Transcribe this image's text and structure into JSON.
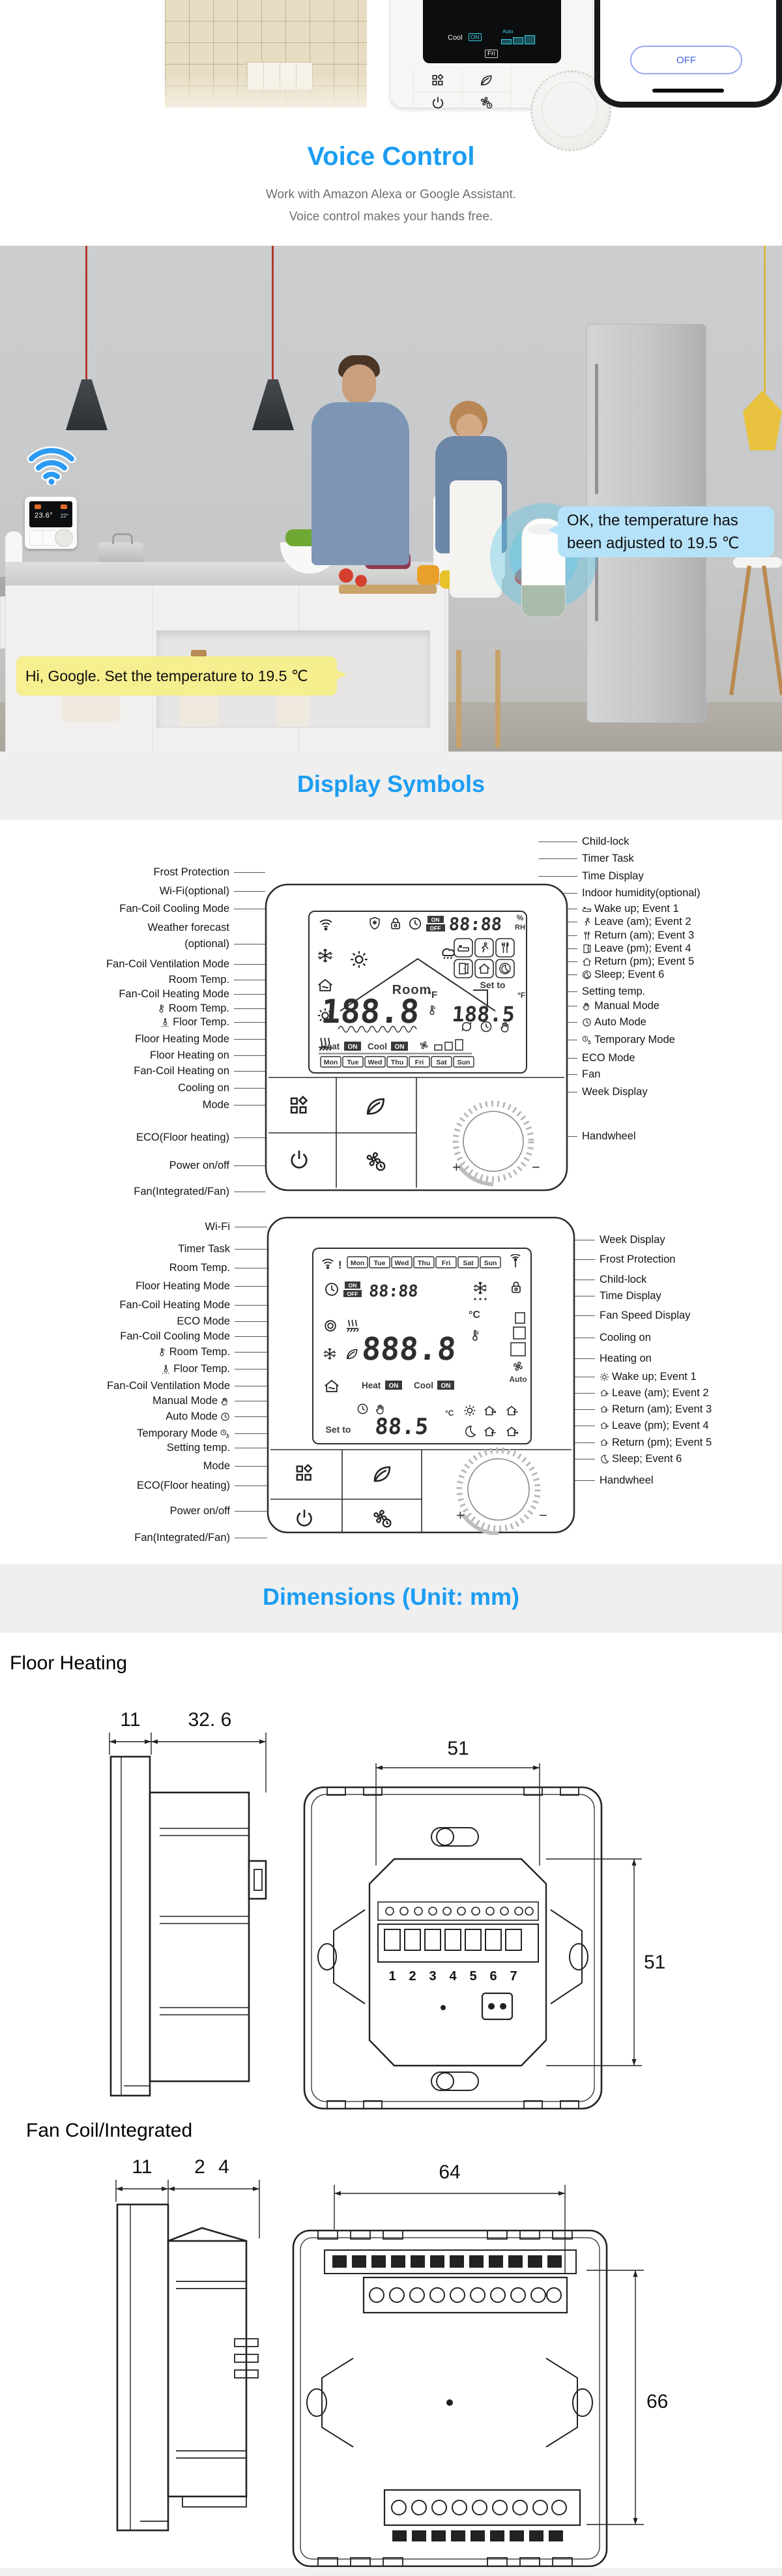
{
  "top_strip": {
    "lcd_cool": "Cool",
    "lcd_on": "ON",
    "lcd_auto": "Auto",
    "lcd_day": "Fri",
    "phone_off": "OFF"
  },
  "voice": {
    "title": "Voice Control",
    "line1": "Work with Amazon Alexa or Google Assistant.",
    "line2": "Voice control makes your hands free."
  },
  "kitchen": {
    "bubble_user": "Hi, Google. Set the temperature to 19.5 ℃",
    "bubble_assistant": "OK, the temperature has been adjusted to 19.5 ℃",
    "wall_thermostat_room_temp": "23.6°",
    "wall_thermostat_weather_temp": "22°"
  },
  "symbols": {
    "heading": "Display Symbols",
    "handwheel_plus": "+",
    "handwheel_minus": "−",
    "d1": {
      "left_labels": [
        {
          "text": "Frost Protection"
        },
        {
          "text": "Wi-Fi(optional)"
        },
        {
          "text": "Fan-Coil Cooling Mode"
        },
        {
          "text": "Weather forecast"
        },
        {
          "text": "(optional)"
        },
        {
          "text": "Fan-Coil Ventilation Mode"
        },
        {
          "text": "Room Temp."
        },
        {
          "text": "Fan-Coil Heating Mode"
        },
        {
          "text": "Room Temp.",
          "icon_before": "i-thermo"
        },
        {
          "text": "Floor Temp.",
          "icon_before": "i-thermof"
        },
        {
          "text": "Floor Heating Mode"
        },
        {
          "text": "Floor Heating on"
        },
        {
          "text": "Fan-Coil Heating on"
        },
        {
          "text": "Cooling on"
        },
        {
          "text": "Mode"
        },
        {
          "text": "ECO(Floor heating)"
        },
        {
          "text": "Power on/off"
        },
        {
          "text": "Fan(Integrated/Fan)"
        }
      ],
      "right_labels": [
        {
          "text": "Child-lock"
        },
        {
          "text": "Timer Task"
        },
        {
          "text": "Time Display"
        },
        {
          "text": "Indoor humidity(optional)"
        },
        {
          "text": "Wake up; Event 1",
          "icon_before": "i-bed"
        },
        {
          "text": "Leave (am); Event 2",
          "icon_before": "i-run"
        },
        {
          "text": "Return (am); Event 3",
          "icon_before": "i-fork"
        },
        {
          "text": "Leave (pm); Event 4",
          "icon_before": "i-door"
        },
        {
          "text": "Return (pm); Event 5",
          "icon_before": "i-home"
        },
        {
          "text": "Sleep; Event 6",
          "icon_before": "i-moonc"
        },
        {
          "text": "Setting temp."
        },
        {
          "text": "Manual Mode",
          "icon_before": "i-hand"
        },
        {
          "text": "Auto Mode",
          "icon_before": "i-clock"
        },
        {
          "text": "Temporary Mode",
          "icon_before": "i-clockhand"
        },
        {
          "text": "ECO Mode"
        },
        {
          "text": "Fan"
        },
        {
          "text": "Week Display"
        },
        {
          "text": "Handwheel"
        }
      ],
      "lcd": {
        "time": "88:88",
        "percent": "%",
        "rh": "RH",
        "on": "ON",
        "off": "OFF",
        "room": "Room",
        "main": "188.8",
        "main_unit": "°F",
        "set_to": "Set to",
        "set": "188.5",
        "set_unit": "°F",
        "heat": "Heat",
        "heat_on": "ON",
        "cool": "Cool",
        "cool_on": "ON",
        "days": [
          "Mon",
          "Tue",
          "Wed",
          "Thu",
          "Fri",
          "Sat",
          "Sun"
        ]
      }
    },
    "d2": {
      "left_labels": [
        {
          "text": "Wi-Fi"
        },
        {
          "text": "Timer Task"
        },
        {
          "text": "Room Temp."
        },
        {
          "text": "Floor Heating Mode"
        },
        {
          "text": "Fan-Coil Heating Mode"
        },
        {
          "text": "ECO Mode"
        },
        {
          "text": "Fan-Coil Cooling Mode"
        },
        {
          "text": "Room Temp.",
          "icon_before": "i-thermo"
        },
        {
          "text": "Floor Temp.",
          "icon_before": "i-thermof"
        },
        {
          "text": "Fan-Coil Ventilation Mode"
        },
        {
          "text": "Manual Mode",
          "icon_after": "i-hand"
        },
        {
          "text": "Auto Mode",
          "icon_after": "i-clock"
        },
        {
          "text": "Temporary Mode",
          "icon_after": "i-clockhand"
        },
        {
          "text": "Setting temp."
        },
        {
          "text": "Mode"
        },
        {
          "text": "ECO(Floor heating)"
        },
        {
          "text": "Power on/off"
        },
        {
          "text": "Fan(Integrated/Fan)"
        }
      ],
      "right_labels": [
        {
          "text": "Week Display"
        },
        {
          "text": "Frost Protection"
        },
        {
          "text": "Child-lock"
        },
        {
          "text": "Time Display"
        },
        {
          "text": "Fan Speed Display"
        },
        {
          "text": "Cooling on"
        },
        {
          "text": "Heating on"
        },
        {
          "text": "Wake up; Event 1",
          "icon_before": "i-sun"
        },
        {
          "text": "Leave (am); Event 2",
          "icon_before": "i-house-out"
        },
        {
          "text": "Return (am); Event 3",
          "icon_before": "i-house-in"
        },
        {
          "text": "Leave (pm); Event 4",
          "icon_before": "i-house-out"
        },
        {
          "text": "Return (pm); Event 5",
          "icon_before": "i-house-in"
        },
        {
          "text": "Sleep; Event 6",
          "icon_before": "i-moon"
        },
        {
          "text": "Handwheel"
        }
      ],
      "lcd": {
        "alert": "!",
        "time": "88:88",
        "on": "ON",
        "off": "OFF",
        "main": "888.8",
        "main_unit": "°C",
        "auto": "Auto",
        "heat": "Heat",
        "heat_on": "ON",
        "cool": "Cool",
        "cool_on": "ON",
        "set_to": "Set to",
        "set": "88.5",
        "set_unit": "°C",
        "days": [
          "Mon",
          "Tue",
          "Wed",
          "Thu",
          "Fri",
          "Sat",
          "Sun"
        ]
      }
    }
  },
  "dimensions": {
    "heading": "Dimensions (Unit: mm)",
    "floor_heating": {
      "title": "Floor Heating",
      "depth_front": "11",
      "depth_back": "32. 6",
      "width": "51",
      "height": "51",
      "terminals": [
        "1",
        "2",
        "3",
        "4",
        "5",
        "6",
        "7"
      ]
    },
    "fan_coil": {
      "title": "Fan Coil/Integrated",
      "depth_front": "11",
      "depth_back": "2 4",
      "width": "64",
      "height": "66"
    }
  }
}
